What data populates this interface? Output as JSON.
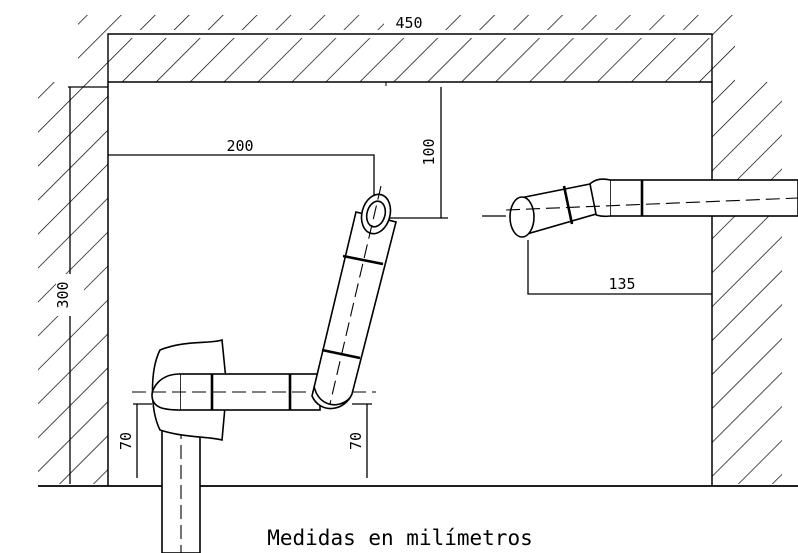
{
  "drawing": {
    "caption": "Medidas en milímetros",
    "dimensions": {
      "width_total": "450",
      "height_total": "300",
      "horizontal_offset": "200",
      "vertical_offset": "100",
      "right_offset": "135",
      "left_low": "70",
      "center_low": "70"
    },
    "colors": {
      "ink": "#000000",
      "paper": "#ffffff"
    }
  }
}
